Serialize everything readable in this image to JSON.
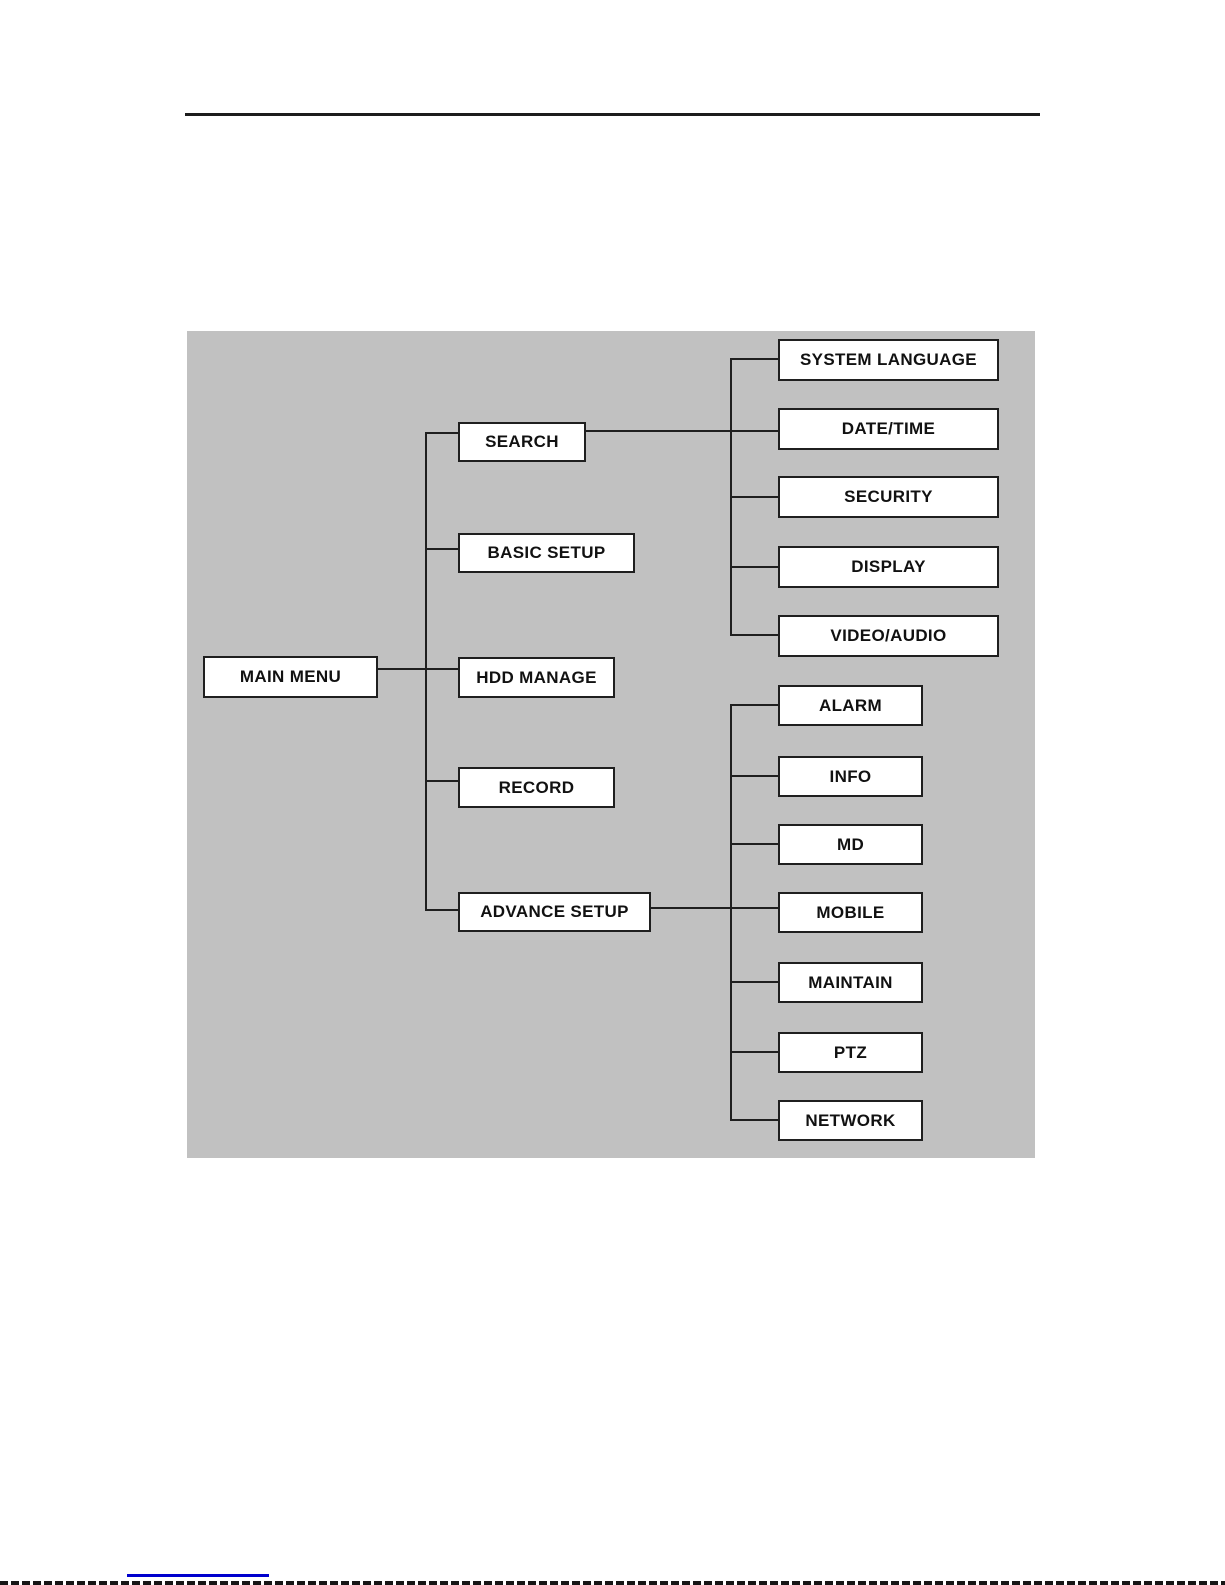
{
  "diagram": {
    "root": {
      "label": "MAIN MENU"
    },
    "level1": [
      {
        "label": "SEARCH"
      },
      {
        "label": "BASIC SETUP"
      },
      {
        "label": "HDD MANAGE"
      },
      {
        "label": "RECORD"
      },
      {
        "label": "ADVANCE SETUP"
      }
    ],
    "top_branch": {
      "connected_from": "SEARCH",
      "items": [
        {
          "label": "SYSTEM LANGUAGE"
        },
        {
          "label": "DATE/TIME"
        },
        {
          "label": "SECURITY"
        },
        {
          "label": "DISPLAY"
        },
        {
          "label": "VIDEO/AUDIO"
        }
      ]
    },
    "bottom_branch": {
      "connected_from": "ADVANCE SETUP",
      "items": [
        {
          "label": "ALARM"
        },
        {
          "label": "INFO"
        },
        {
          "label": "MD"
        },
        {
          "label": "MOBILE"
        },
        {
          "label": "MAINTAIN"
        },
        {
          "label": "PTZ"
        },
        {
          "label": "NETWORK"
        }
      ]
    },
    "colors": {
      "panel_background": "#c1c1c1",
      "box_fill": "#ffffff",
      "box_border": "#1f1f1f",
      "connector": "#1f1f1f",
      "text": "#111111",
      "header_rule": "#1c1c1c",
      "footer_link_underline": "#0000cd",
      "footer_dashed_rule": "#161616"
    }
  }
}
